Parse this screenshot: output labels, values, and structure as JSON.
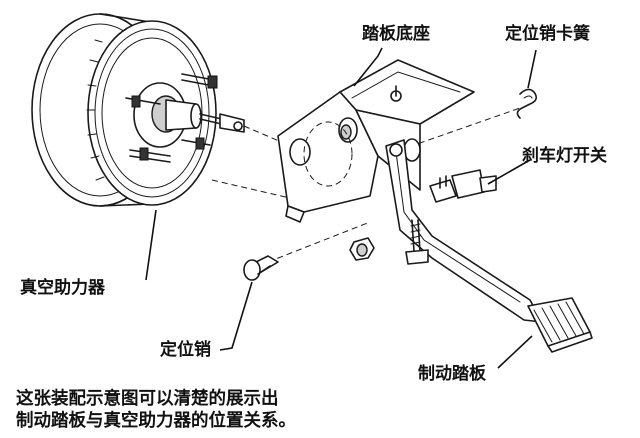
{
  "labels": {
    "pedal_bracket": "踏板底座",
    "locating_pin_clip": "定位销卡簧",
    "brake_light_switch": "刹车灯开关",
    "vacuum_booster": "真空助力器",
    "locating_pin": "定位销",
    "brake_pedal": "制动踏板"
  },
  "caption": {
    "line1": "这张装配示意图可以清楚的展示出",
    "line2": "制动踏板与真空助力器的位置关系。"
  }
}
